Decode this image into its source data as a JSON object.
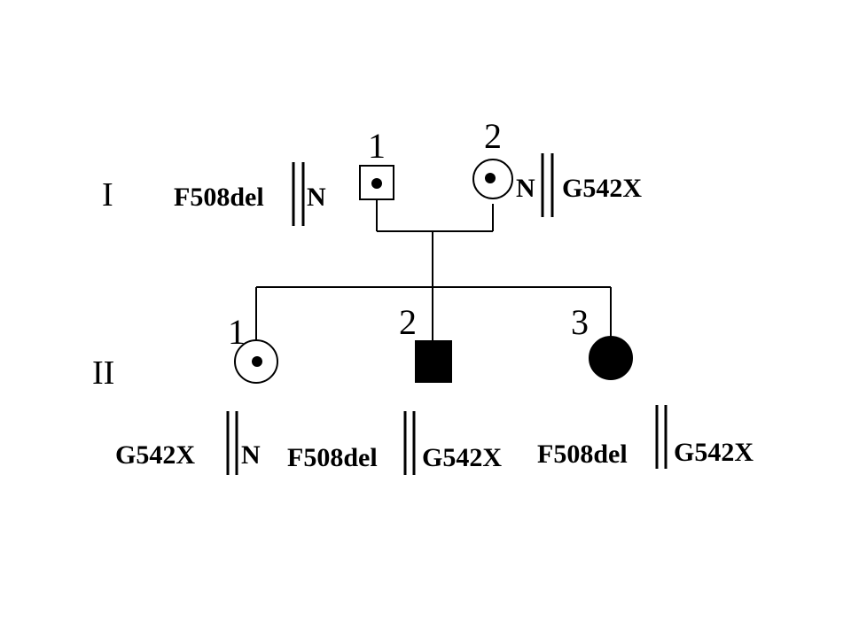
{
  "pedigree": {
    "generations": {
      "I": "I",
      "II": "II"
    },
    "individuals": [
      {
        "id": "I-1",
        "number": "1",
        "sex": "male",
        "status": "carrier",
        "alleles": [
          "F508del",
          "N"
        ]
      },
      {
        "id": "I-2",
        "number": "2",
        "sex": "female",
        "status": "carrier",
        "alleles": [
          "N",
          "G542X"
        ]
      },
      {
        "id": "II-1",
        "number": "1",
        "sex": "female",
        "status": "carrier",
        "alleles": [
          "G542X",
          "N"
        ]
      },
      {
        "id": "II-2",
        "number": "2",
        "sex": "male",
        "status": "affected",
        "alleles": [
          "F508del",
          "G542X"
        ]
      },
      {
        "id": "II-3",
        "number": "3",
        "sex": "female",
        "status": "affected",
        "alleles": [
          "F508del",
          "G542X"
        ]
      }
    ]
  }
}
